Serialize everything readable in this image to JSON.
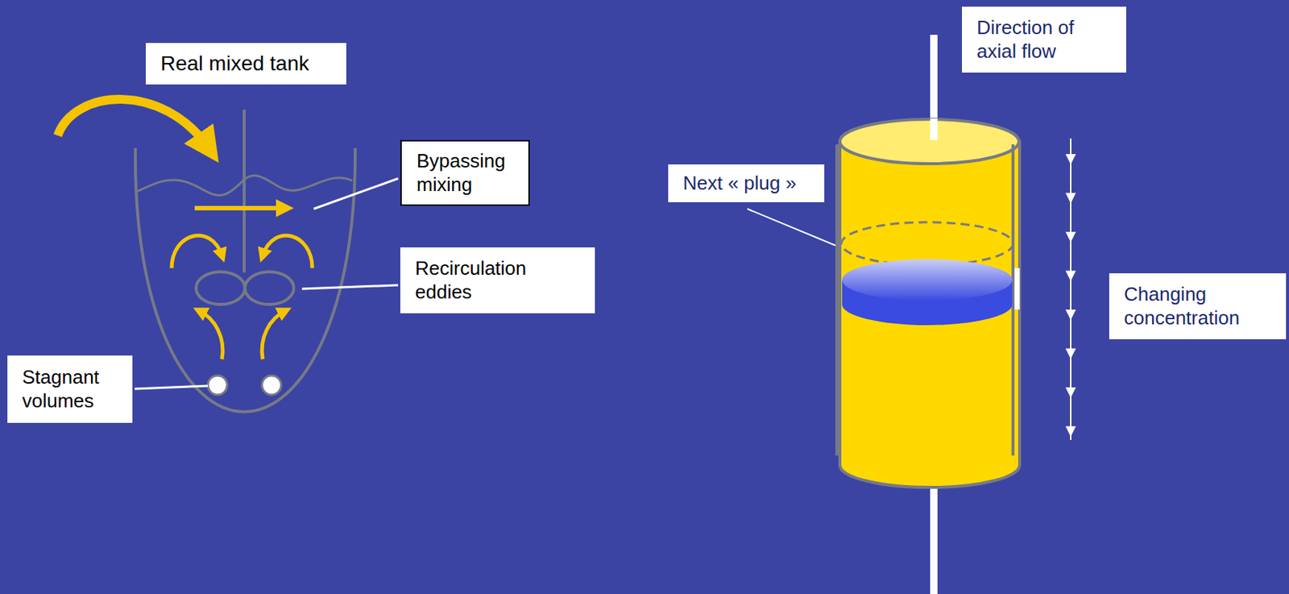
{
  "diagram": {
    "nodes": [
      {
        "text": [
          "Real mixed tank"
        ]
      },
      {
        "text": [
          "Bypassing mixing"
        ]
      },
      {
        "text": [
          "Recirculation eddies"
        ]
      },
      {
        "text": [
          "Stagnant volumes"
        ]
      },
      {
        "text": [
          "Direction of axial flow"
        ]
      },
      {
        "text": [
          "Next « plug »"
        ]
      },
      {
        "text": [
          "Changing concentration"
        ]
      }
    ]
  }
}
